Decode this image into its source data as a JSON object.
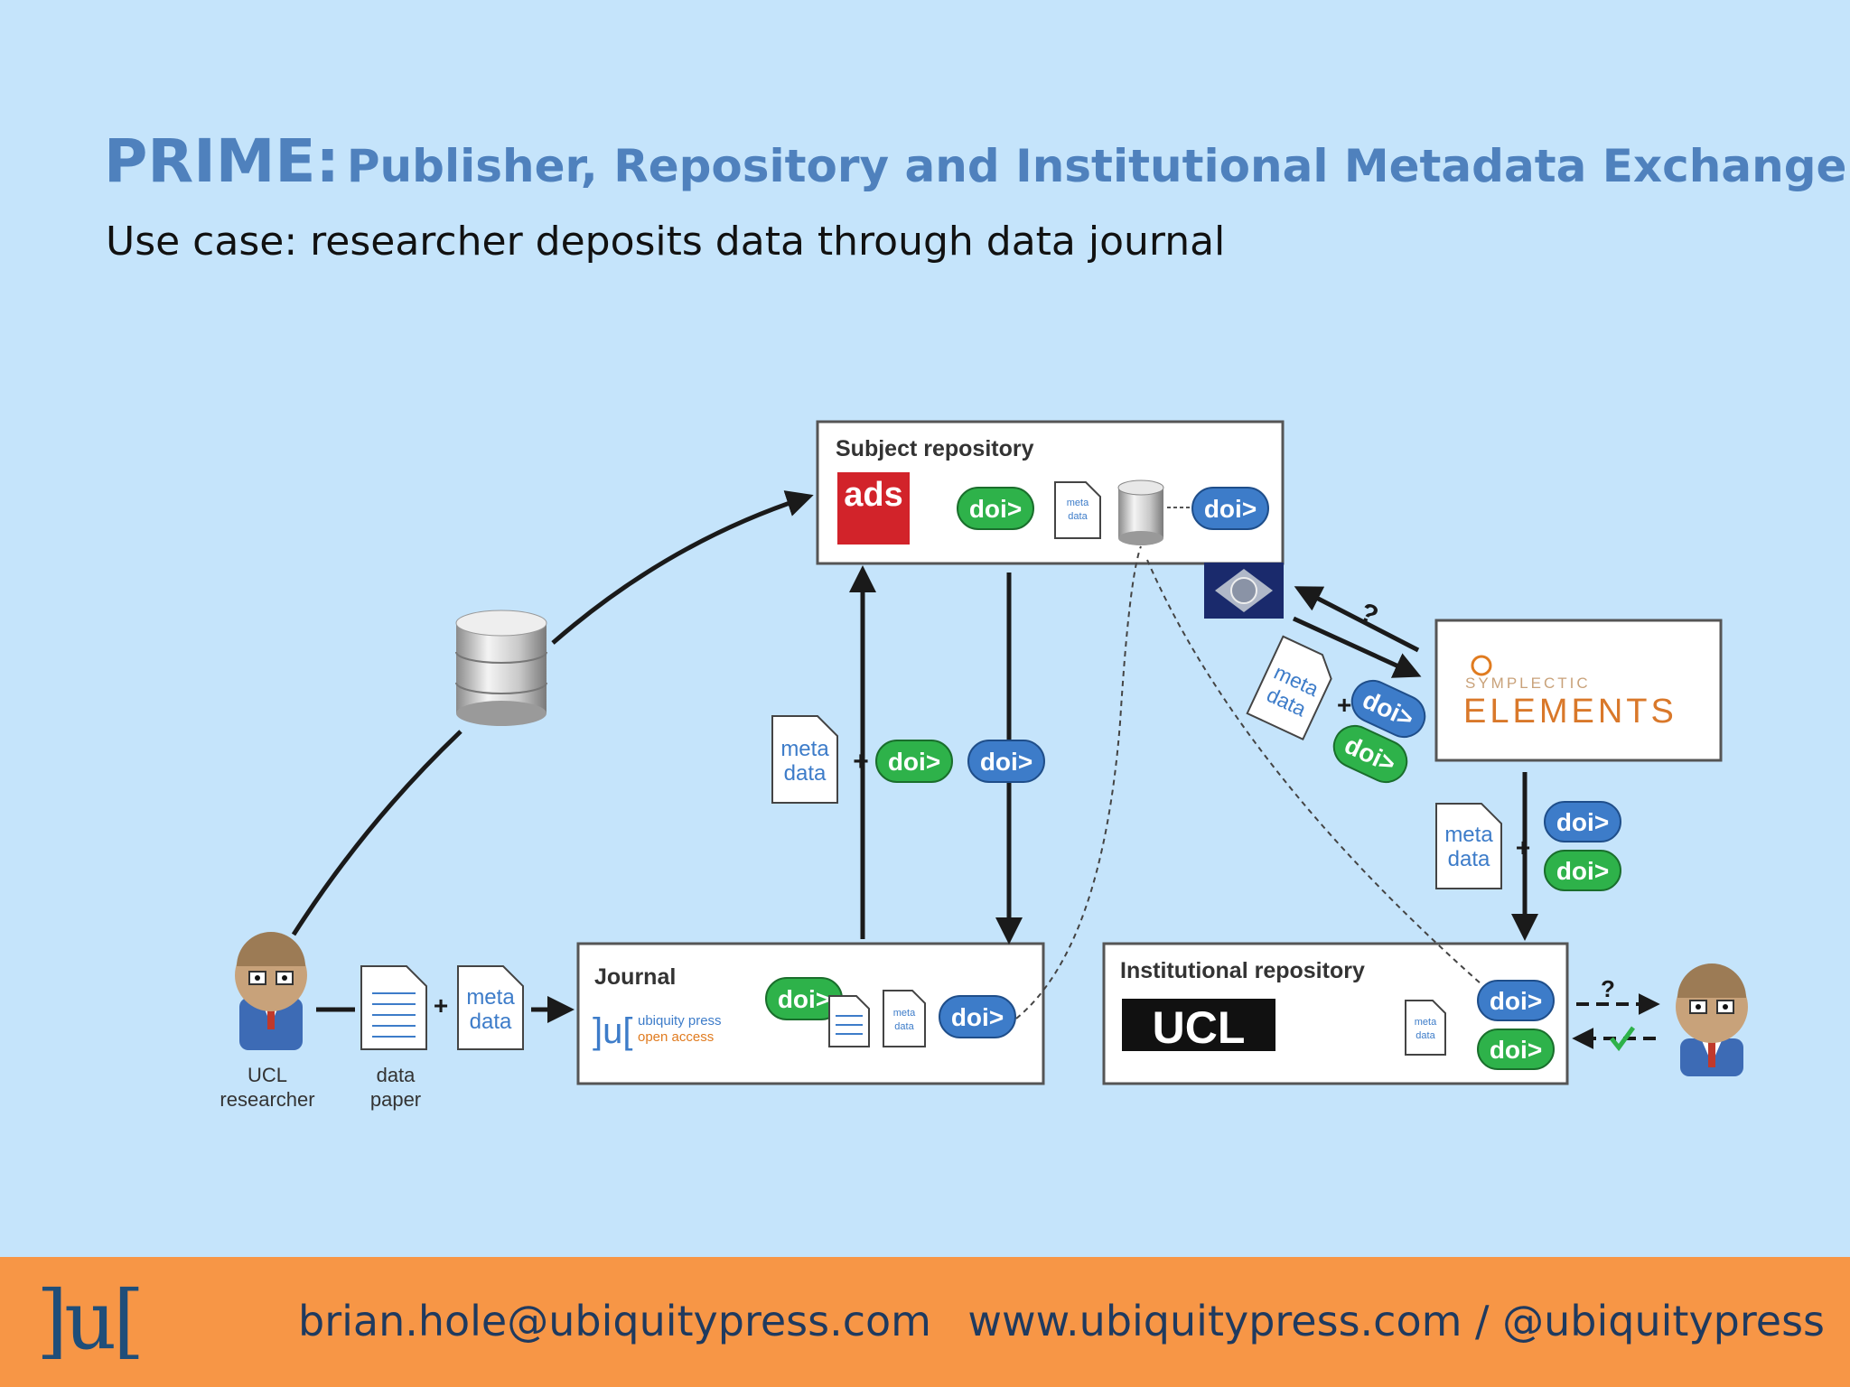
{
  "title": {
    "prefix": "PRIME:",
    "rest": "Publisher, Repository and Institutional Metadata Exchange"
  },
  "subtitle": "Use case: researcher deposits data through data journal",
  "diagram": {
    "subject_repository": {
      "label": "Subject repository",
      "logo": "ads"
    },
    "journal": {
      "label": "Journal",
      "logo_mark": "]u[",
      "logo_line1": "ubiquity press",
      "logo_line2": "open access"
    },
    "institutional_repository": {
      "label": "Institutional repository",
      "logo": "UCL"
    },
    "elements": {
      "line1": "SYMPLECTIC",
      "line2": "ELEMENTS"
    },
    "doi": "doi>",
    "meta": "meta",
    "data_word": "data",
    "plus": "+",
    "question": "?",
    "researcher_label": [
      "UCL",
      "researcher"
    ],
    "paper_label": [
      "data",
      "paper"
    ],
    "colors": {
      "doi_green": "#2eb24a",
      "doi_blue": "#3d7cc9",
      "ads_red": "#d2232a"
    }
  },
  "footer": {
    "logo": "]u[",
    "email": "brian.hole@ubiquitypress.com",
    "web": "www.ubiquitypress.com / @ubiquitypress"
  }
}
